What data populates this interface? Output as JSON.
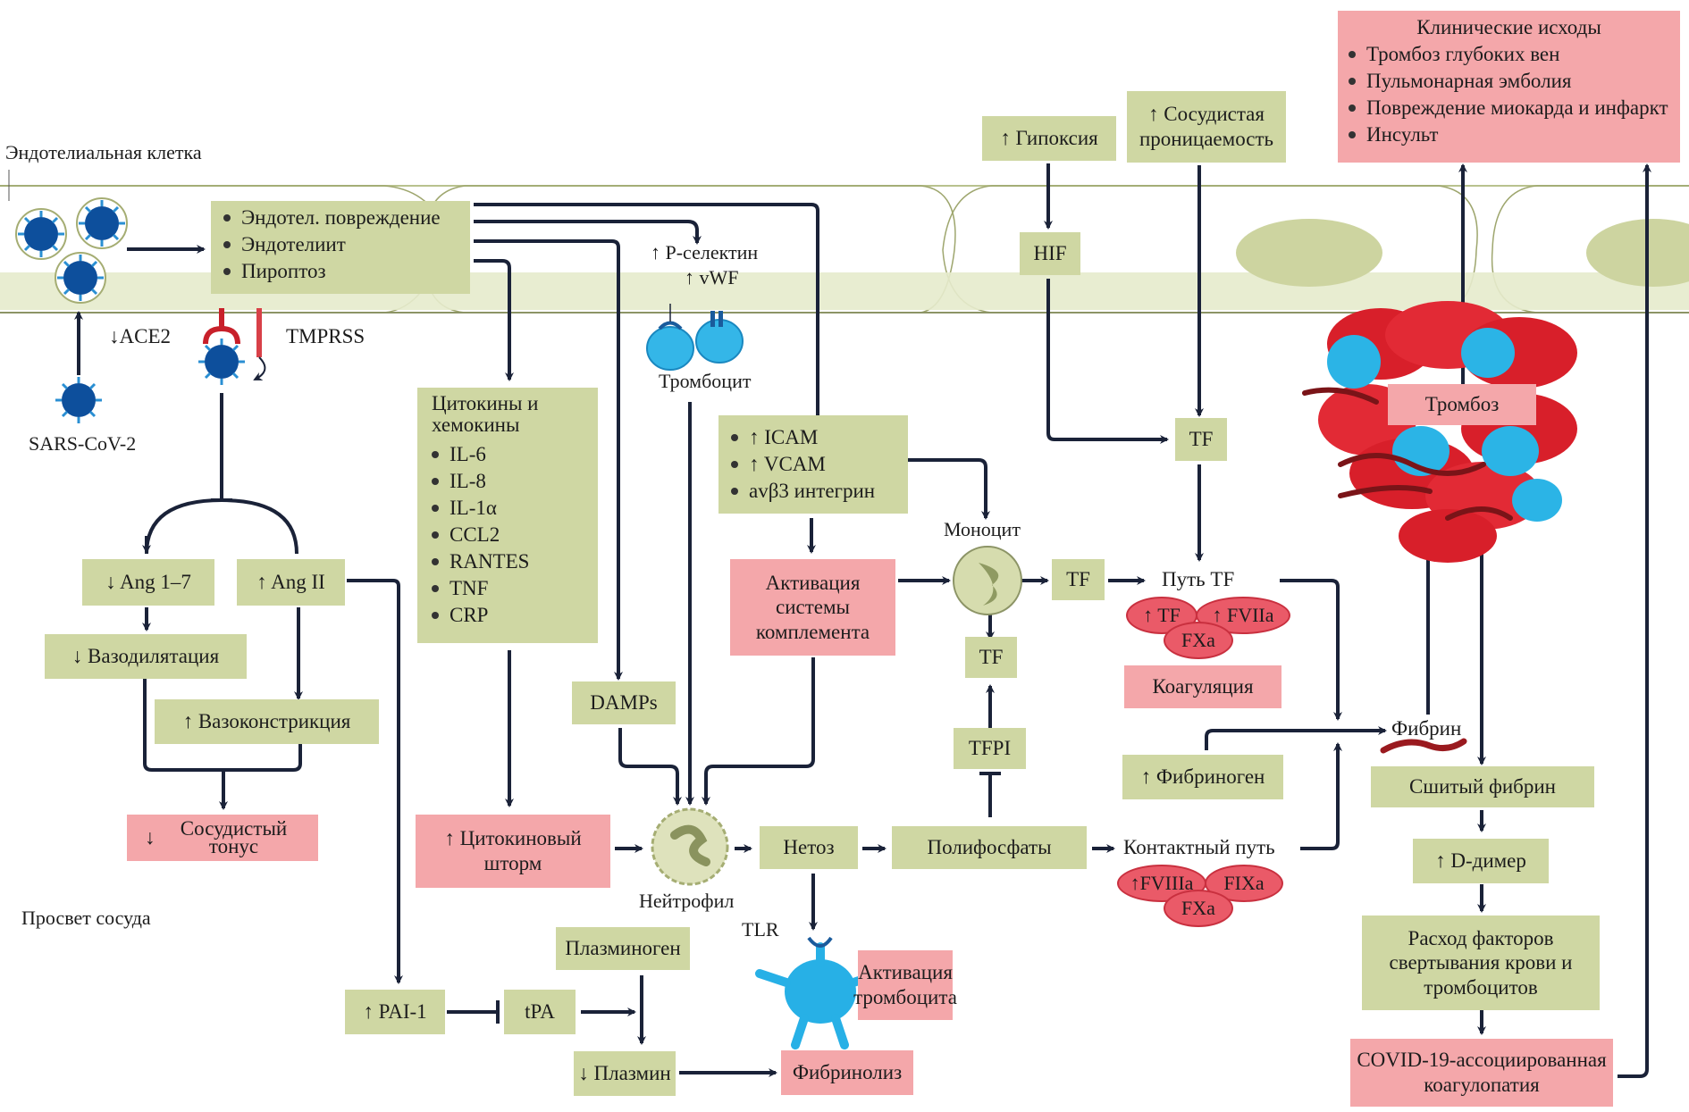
{
  "labels": {
    "endothelial_cell": "Эндотелиальная клетка",
    "vessel_lumen": "Просвет сосуда",
    "sars": "SARS-CoV-2",
    "ace2": "↓ACE2",
    "tmprss": "TMPRSS",
    "p_selectin": "↑ P-селектин",
    "vwf": "↑ vWF",
    "platelet": "Тромбоцит",
    "monocyte": "Моноцит",
    "neutrophil": "Нейтрофил",
    "tlr": "TLR",
    "tf_path": "Путь TF",
    "contact_path": "Контактный путь",
    "fibrin": "Фибрин"
  },
  "endothelial_damage": {
    "items": [
      "Эндотел. повреждение",
      "Эндотелиит",
      "Пироптоз"
    ]
  },
  "cytokines": {
    "title": "Цитокины и хемокины",
    "items": [
      "IL-6",
      "IL-8",
      "IL-1α",
      "CCL2",
      "RANTES",
      "TNF",
      "CRP"
    ]
  },
  "adhesion": {
    "items": [
      "↑ ICAM",
      "↑ VCAM",
      "avβ3 интегрин"
    ]
  },
  "clinical": {
    "title": "Клинические исходы",
    "items": [
      "Тромбоз глубоких вен",
      "Пульмонарная эмболия",
      "Повреждение миокарда и инфаркт",
      "Инсульт"
    ]
  },
  "boxes": {
    "ang17": "↓ Ang 1–7",
    "ang2": "↑ Ang II",
    "vasodil": "↓ Вазодилятация",
    "vasocon": "↑ Вазоконстрикция",
    "tone_arrow": "↓",
    "tone": "Сосудистый тонус",
    "cyto_storm": "↑ Цитокиновый шторм",
    "damps": "DAMPs",
    "complement": "Активация системы комплемента",
    "hypoxia": "↑ Гипоксия",
    "permeab": "↑ Сосудистая проницаемость",
    "hif": "HIF",
    "tf_top": "TF",
    "tf_mono": "TF",
    "tf_below": "TF",
    "tfpi": "TFPI",
    "netosis": "Нетоз",
    "polyphos": "Полифосфаты",
    "coag": "Коагуляция",
    "fibrinogen": "↑ Фибриноген",
    "pai1": "↑ PAI-1",
    "tpa": "tPA",
    "plasminogen": "Плазминоген",
    "plasmin": "↓ Плазмин",
    "fibrinolysis": "Фибринолиз",
    "plt_activation": "Активация тромбоцита",
    "thrombosis": "Тромбоз",
    "crosslinked": "Сшитый фибрин",
    "ddimer": "↑ D-димер",
    "consumption": "Расход факторов свертывания крови и тромбоцитов",
    "cac": "COVID-19-ассоциированная коагулопатия"
  },
  "ovals": {
    "tf_path": [
      "↑ TF",
      "↑ FVIIa",
      "FXa"
    ],
    "contact": [
      "↑FVIIIa",
      "FIXa",
      "FXa"
    ]
  },
  "colors": {
    "green_box": "#cfd7a3",
    "pink_box": "#f4a7aa",
    "arrow": "#1a2238",
    "virus": "#0d4f9c",
    "platelet": "#2bb4e6",
    "rbc": "#d81f2a"
  }
}
